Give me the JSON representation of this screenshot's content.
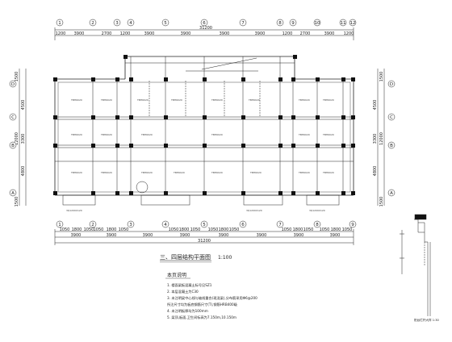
{
  "plan": {
    "title": "三、四层结构平面图",
    "scale": "1:100",
    "top_total": "31200",
    "top_dims": [
      "1200",
      "3900",
      "2700",
      "1200",
      "3900",
      "3900",
      "3900",
      "3900",
      "1200",
      "2700",
      "3900",
      "1200"
    ],
    "bottom_detail_dims": [
      "1050",
      "1800",
      "1050",
      "1050",
      "1800",
      "1050",
      "1050",
      "1800",
      "1050",
      "1050",
      "1800",
      "1050",
      "1050",
      "1800",
      "1050",
      "1050",
      "1800",
      "1050"
    ],
    "bottom_dims": [
      "3900",
      "3900",
      "3900",
      "3900",
      "3900",
      "3900",
      "3900",
      "3900"
    ],
    "bottom_total": "31200",
    "left_dims": [
      "1500",
      "4500",
      "3300",
      "4800",
      "1500"
    ],
    "left_total": "12000",
    "right_dims": [
      "1500",
      "4500",
      "3300",
      "4800",
      "1500"
    ],
    "right_total": "12000",
    "col_axes_top": [
      "1",
      "2",
      "3",
      "4",
      "5",
      "6",
      "7",
      "8",
      "9",
      "10",
      "11",
      "12"
    ],
    "col_axes_bottom": [
      "1",
      "2",
      "3",
      "4",
      "5",
      "6",
      "7",
      "8",
      "9"
    ],
    "row_axes": [
      "D",
      "C",
      "B",
      "A"
    ],
    "beam_labels": [
      "3Q1200X120",
      "3Q1200X120",
      "3Q1200X120"
    ],
    "slab_label": "TBH6020"
  },
  "notes": {
    "title": "本页说明",
    "items": [
      "1. 楼面梁板混凝土标号见SZ1",
      "2. 本层混凝土为C30",
      "3. 未注明梁中心线与轴线重合(现浇梁),分布筋采用Φ6@200",
      "   所注尺寸均为板底钢筋尺寸(T),钢筋HRB400级",
      "4. 未注明板厚均为100mm",
      "5. 梁顶,板面,卫生间标高为7.150m,10.150m"
    ]
  },
  "detail": {
    "label": "阳台栏杆大样 1:30"
  }
}
